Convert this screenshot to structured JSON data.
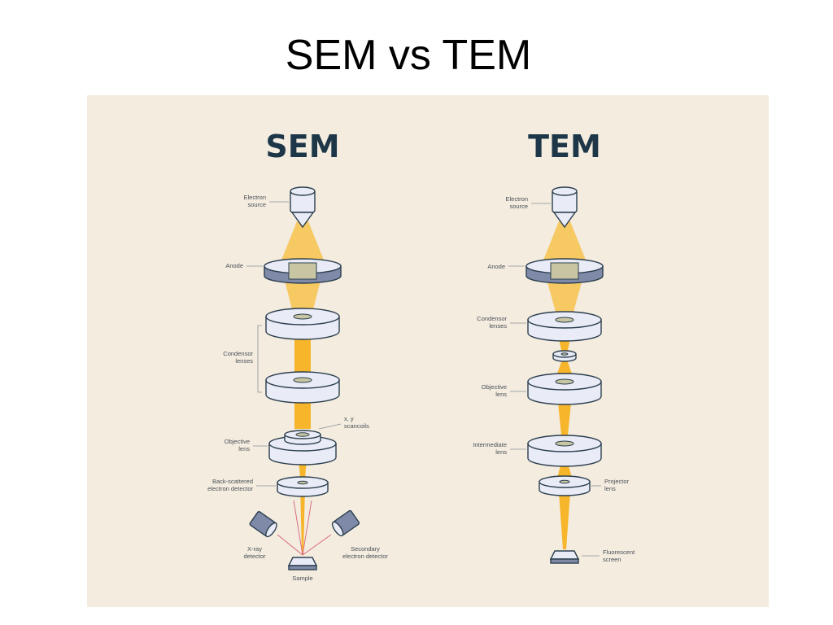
{
  "slide": {
    "title": "SEM vs TEM"
  },
  "sem": {
    "heading": "SEM",
    "labels": {
      "electron_source_1": "Electron",
      "electron_source_2": "source",
      "anode": "Anode",
      "condenser_1": "Condensor",
      "condenser_2": "lenses",
      "scancoils_1": "x, y",
      "scancoils_2": "scancoils",
      "objective_1": "Objective",
      "objective_2": "lens",
      "bse_1": "Back-scattered",
      "bse_2": "electron detector",
      "xray_1": "X-ray",
      "xray_2": "detector",
      "secondary_1": "Secondary",
      "secondary_2": "electron detector",
      "sample": "Sample"
    }
  },
  "tem": {
    "heading": "TEM",
    "labels": {
      "electron_source_1": "Electron",
      "electron_source_2": "source",
      "anode": "Anode",
      "condenser_1": "Condensor",
      "condenser_2": "lenses",
      "objective_1": "Objective",
      "objective_2": "lens",
      "intermediate_1": "Intermediate",
      "intermediate_2": "lens",
      "projector_1": "Projector",
      "projector_2": "lens",
      "screen_1": "Fluorescent",
      "screen_2": "screen"
    }
  },
  "colors": {
    "panel_bg": "#f3ecdf",
    "heading": "#1e3748",
    "beam": "#f6b52b",
    "lens_face": "#e9ecf6",
    "lens_side": "#7f8aa8",
    "outline": "#2c3e4e",
    "signal_rays": "#d8647a"
  }
}
